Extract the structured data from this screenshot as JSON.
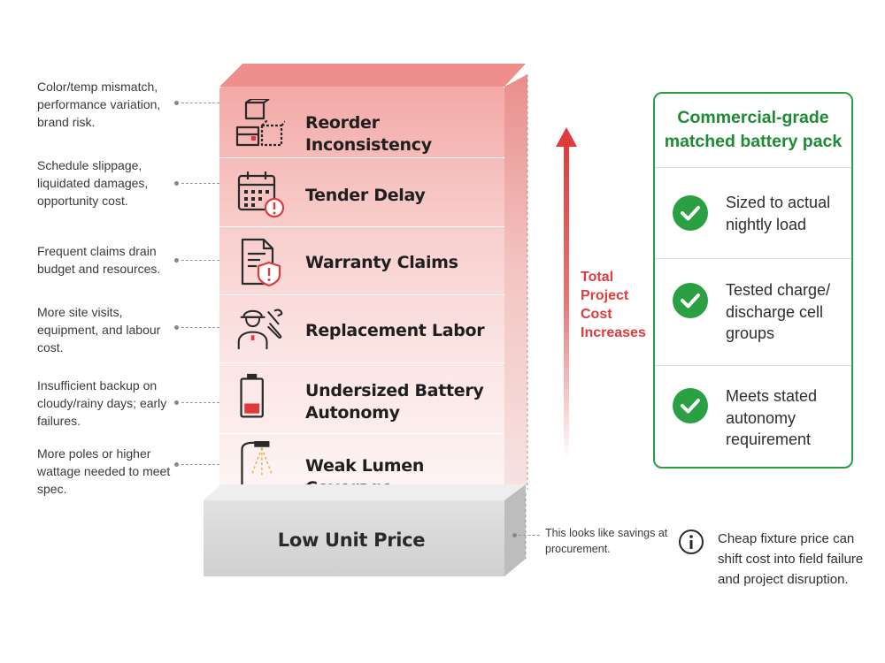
{
  "layers": [
    {
      "label": "Reorder Inconsistency",
      "icon": "boxes-icon",
      "note": "Color/temp mismatch, performance variation, brand risk."
    },
    {
      "label": "Tender Delay",
      "icon": "calendar-alert-icon",
      "note": "Schedule slippage, liquidated damages, opportunity cost."
    },
    {
      "label": "Warranty Claims",
      "icon": "document-shield-icon",
      "note": "Frequent claims drain budget and resources."
    },
    {
      "label": "Replacement Labor",
      "icon": "worker-wrench-icon",
      "note": "More site visits, equipment, and labour cost."
    },
    {
      "label": "Undersized Battery Autonomy",
      "icon": "low-battery-icon",
      "note": "Insufficient backup on cloudy/rainy days; early failures."
    },
    {
      "label": "Weak Lumen Coverage",
      "icon": "street-light-icon",
      "note": "More poles or higher wattage needed to meet spec."
    }
  ],
  "base": {
    "label": "Low Unit Price",
    "note": "This looks like savings at procurement."
  },
  "arrow": {
    "label": "Total Project Cost Increases",
    "color": "#e03a3a"
  },
  "comparison": {
    "title": "Commercial-grade matched battery pack",
    "color": "#1e8a33",
    "items": [
      {
        "text": "Sized to actual nightly load",
        "icon": "check-circle-icon"
      },
      {
        "text": "Tested charge/ discharge cell groups",
        "icon": "check-circle-icon"
      },
      {
        "text": "Meets stated autonomy requirement",
        "icon": "check-circle-icon"
      }
    ]
  },
  "callout": {
    "icon": "info-icon",
    "text": "Cheap fixture price can shift cost into field failure and project disruption."
  }
}
